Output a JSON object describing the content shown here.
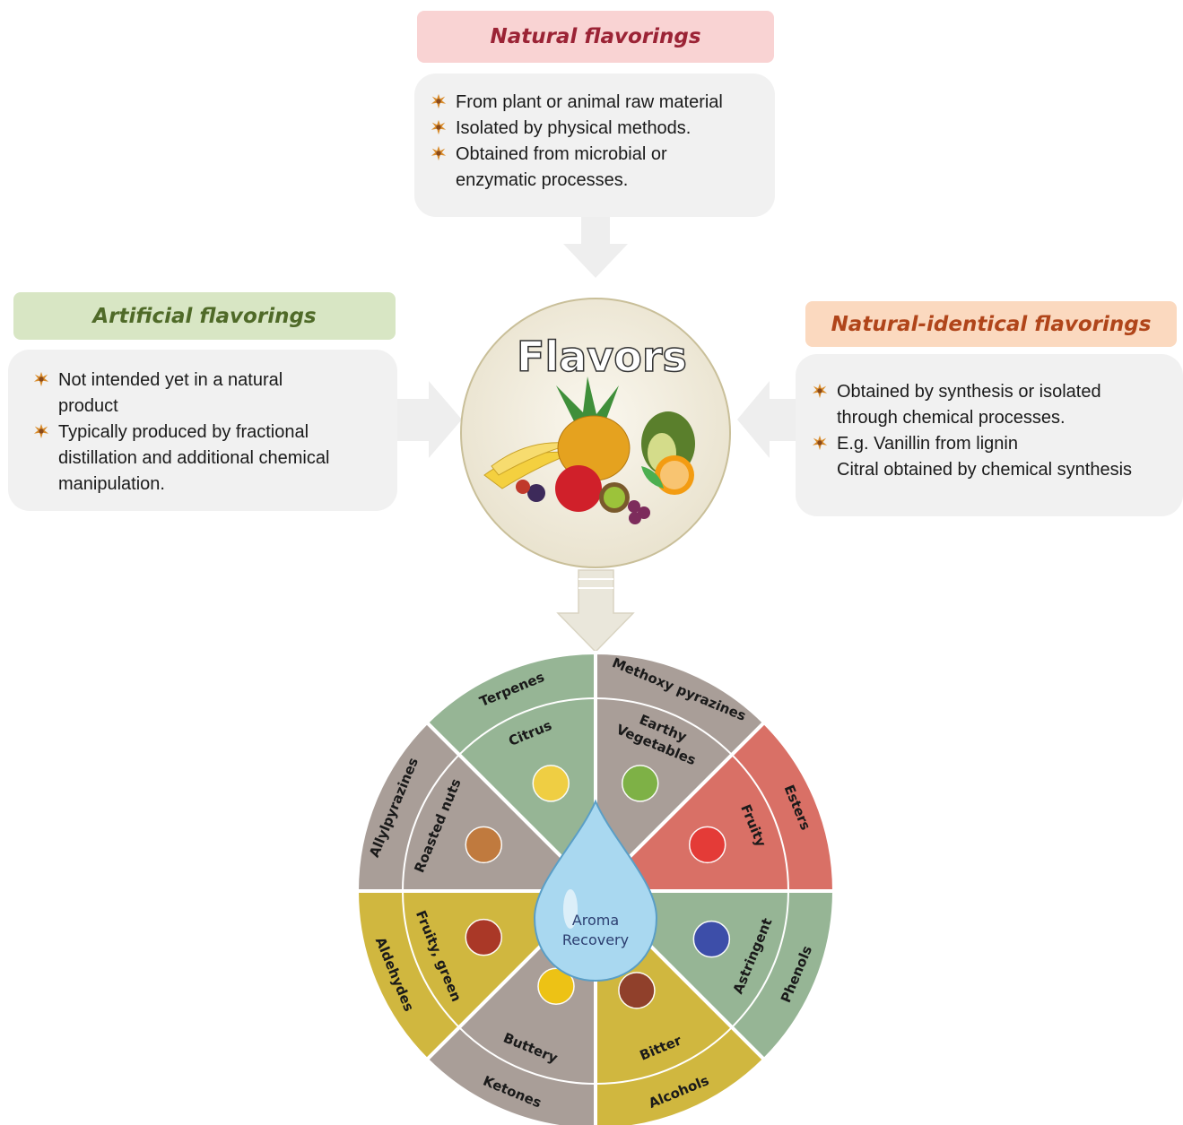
{
  "natural": {
    "title": "Natural flavorings",
    "items": [
      "From plant or animal raw material",
      "Isolated by physical methods.",
      "Obtained from microbial or enzymatic processes."
    ],
    "color": "#f9d3d3",
    "title_color": "#9b2335"
  },
  "artificial": {
    "title": "Artificial flavorings",
    "items": [
      "Not intended yet in a natural product",
      "Typically produced by fractional distillation and additional chemical manipulation."
    ],
    "color": "#d8e6c4",
    "title_color": "#4f6a28"
  },
  "natural_identical": {
    "title": "Natural-identical flavorings",
    "items": [
      "Obtained by synthesis or isolated through chemical processes.",
      "E.g. Vanillin from lignin\nCitral obtained by chemical synthesis"
    ],
    "color": "#fbd9bf",
    "title_color": "#b0451a"
  },
  "center": {
    "label": "Flavors"
  },
  "wheel": {
    "center_label_1": "Aroma",
    "center_label_2": "Recovery",
    "segments": [
      {
        "compound": "Terpenes",
        "descriptor": "Citrus",
        "color": "#96b595"
      },
      {
        "compound": "Methoxy pyrazines",
        "descriptor_1": "Earthy",
        "descriptor_2": "Vegetables",
        "color": "#a99e98"
      },
      {
        "compound": "Esters",
        "descriptor": "Fruity",
        "color": "#d97066"
      },
      {
        "compound": "Phenols",
        "descriptor": "Astringent",
        "color": "#96b595"
      },
      {
        "compound": "Alcohols",
        "descriptor": "Bitter",
        "color": "#d0b73f"
      },
      {
        "compound": "Ketones",
        "descriptor": "Buttery",
        "color": "#a99e98"
      },
      {
        "compound": "Aldehydes",
        "descriptor": "Fruity, green",
        "color": "#d0b73f"
      },
      {
        "compound": "Allylpyrazines",
        "descriptor": "Roasted nuts",
        "color": "#a99e98"
      }
    ]
  }
}
